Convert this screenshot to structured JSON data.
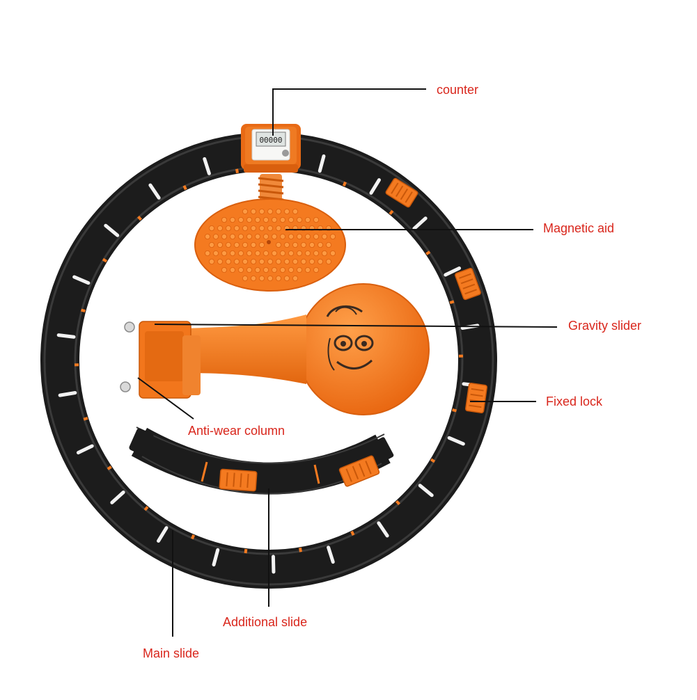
{
  "colors": {
    "label_text": "#d9261c",
    "leader_line": "#111111",
    "ring_dark": "#1c1c1c",
    "ring_edge": "#3a3a3a",
    "accent_orange": "#f47a20",
    "accent_orange_light": "#ff9a42",
    "accent_orange_dark": "#d95f0e",
    "counter_screen": "#dfe4e2"
  },
  "labels": {
    "counter": "counter",
    "magnetic_aid": "Magnetic aid",
    "gravity_slider": "Gravity slider",
    "fixed_lock": "Fixed lock",
    "anti_wear_column": "Anti-wear column",
    "additional_slide": "Additional slide",
    "main_slide": "Main slide"
  },
  "counter_display": "00000"
}
